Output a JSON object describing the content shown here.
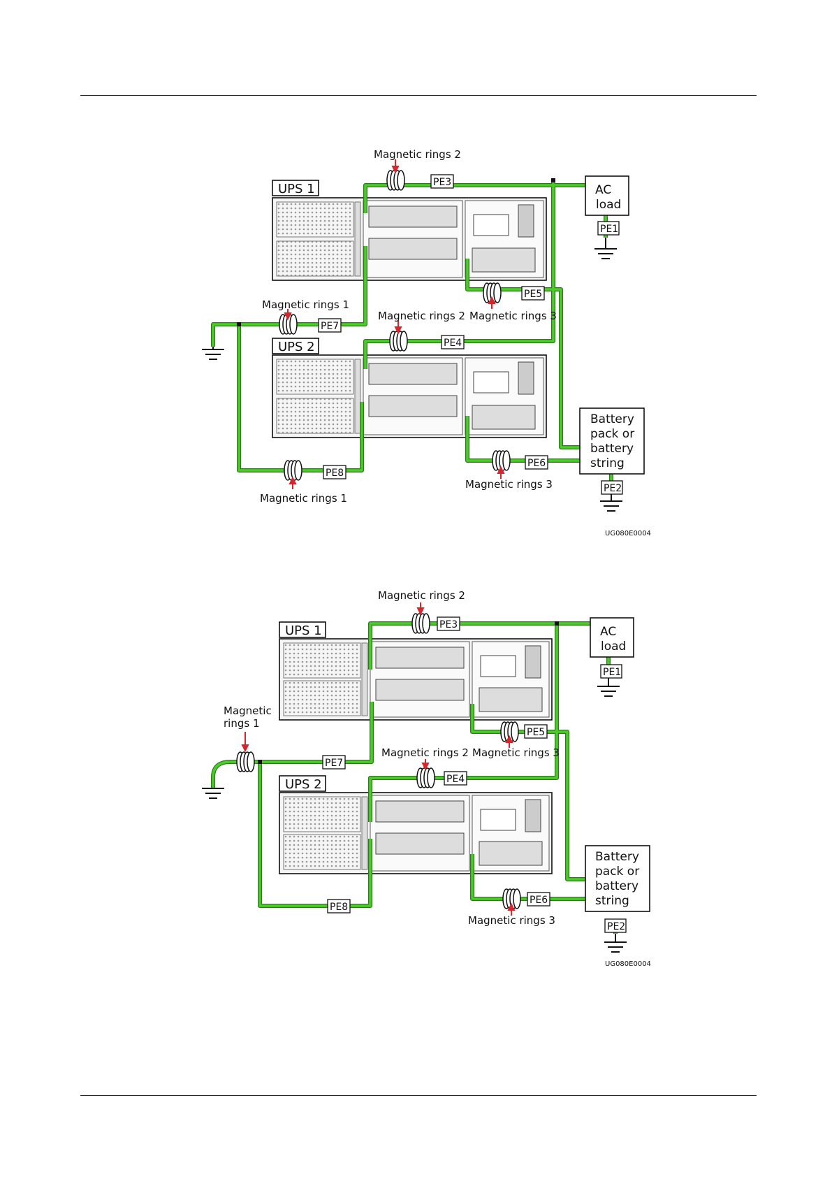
{
  "colors": {
    "cable": "#4ccc2a",
    "cable_edge": "#2d7a1a",
    "ring_arrow": "#d6262c",
    "panel": "#f3f3f3",
    "frame": "#111111"
  },
  "diagrams": [
    {
      "ups1": "UPS 1",
      "ups2": "UPS 2",
      "ac_load": [
        "AC",
        "load"
      ],
      "battery": [
        "Battery",
        "pack or",
        "battery",
        "string"
      ],
      "pe": [
        "PE1",
        "PE2",
        "PE3",
        "PE4",
        "PE5",
        "PE6",
        "PE7",
        "PE8"
      ],
      "rings": {
        "ring2_top": "Magnetic rings 2",
        "ring1_upper": "Magnetic rings 1",
        "ring2_mid": "Magnetic rings 2",
        "ring3_mid": "Magnetic rings 3",
        "ring3_bottom": "Magnetic rings 3",
        "ring1_bottom": "Magnetic rings 1"
      },
      "code": "UG080E0004"
    },
    {
      "ups1": "UPS 1",
      "ups2": "UPS 2",
      "ac_load": [
        "AC",
        "load"
      ],
      "battery": [
        "Battery",
        "pack or",
        "battery",
        "string"
      ],
      "pe": [
        "PE1",
        "PE2",
        "PE3",
        "PE4",
        "PE5",
        "PE6",
        "PE7",
        "PE8"
      ],
      "rings": {
        "ring2_top": "Magnetic rings 2",
        "ring1_left": [
          "Magnetic",
          "rings 1"
        ],
        "ring2_mid": "Magnetic rings 2",
        "ring3_mid": "Magnetic rings 3",
        "ring3_bottom": "Magnetic rings 3"
      },
      "code": "UG080E0004"
    }
  ]
}
